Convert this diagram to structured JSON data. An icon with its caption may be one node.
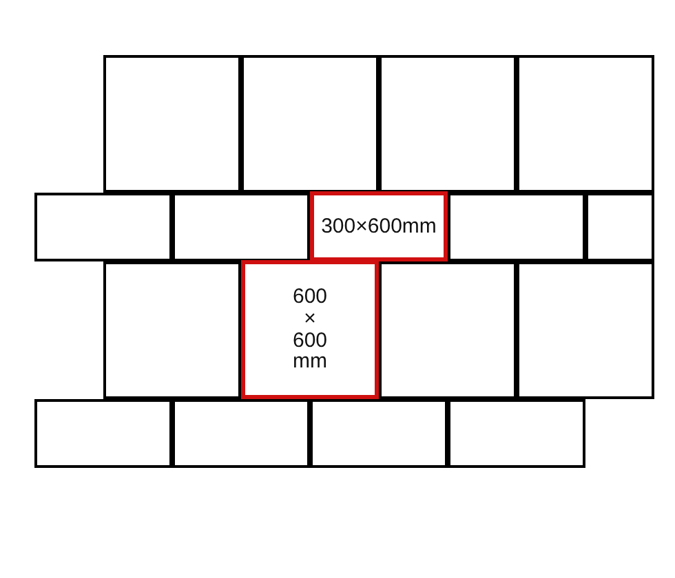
{
  "diagram": {
    "nodes": [
      {
        "text": [],
        "shape": "box"
      },
      {
        "text": [],
        "shape": "box"
      },
      {
        "text": [],
        "shape": "box"
      },
      {
        "text": [],
        "shape": "box"
      },
      {
        "text": [],
        "shape": "box"
      },
      {
        "text": [],
        "shape": "box"
      },
      {
        "text": [
          "300×600mm"
        ]
      },
      {
        "text": [],
        "shape": "box"
      },
      {
        "text": [],
        "shape": "box"
      },
      {
        "text": [],
        "shape": "box"
      },
      {
        "text": [
          "600 × 600 mm"
        ]
      },
      {
        "text": [],
        "shape": "box"
      },
      {
        "text": [],
        "shape": "box"
      },
      {
        "text": [],
        "shape": "box"
      },
      {
        "text": [],
        "shape": "box"
      },
      {
        "text": [],
        "shape": "box"
      },
      {
        "text": [],
        "shape": "box"
      }
    ]
  }
}
